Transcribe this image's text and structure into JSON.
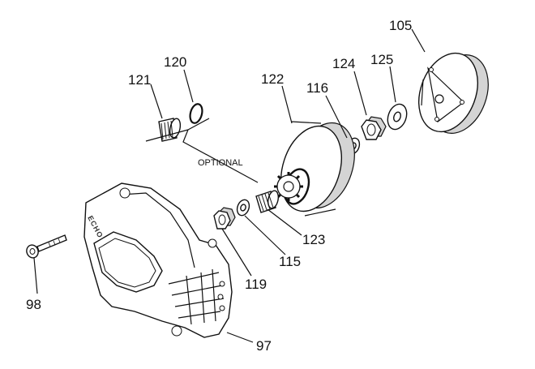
{
  "labels": {
    "p105": "105",
    "p125": "125",
    "p124": "124",
    "p116": "116",
    "p122": "122",
    "p120": "120",
    "p121": "121",
    "p123": "123",
    "p115": "115",
    "p119": "119",
    "p98": "98",
    "p97": "97"
  },
  "optional_note": "OPTIONAL",
  "cover_brand": "ECHO"
}
